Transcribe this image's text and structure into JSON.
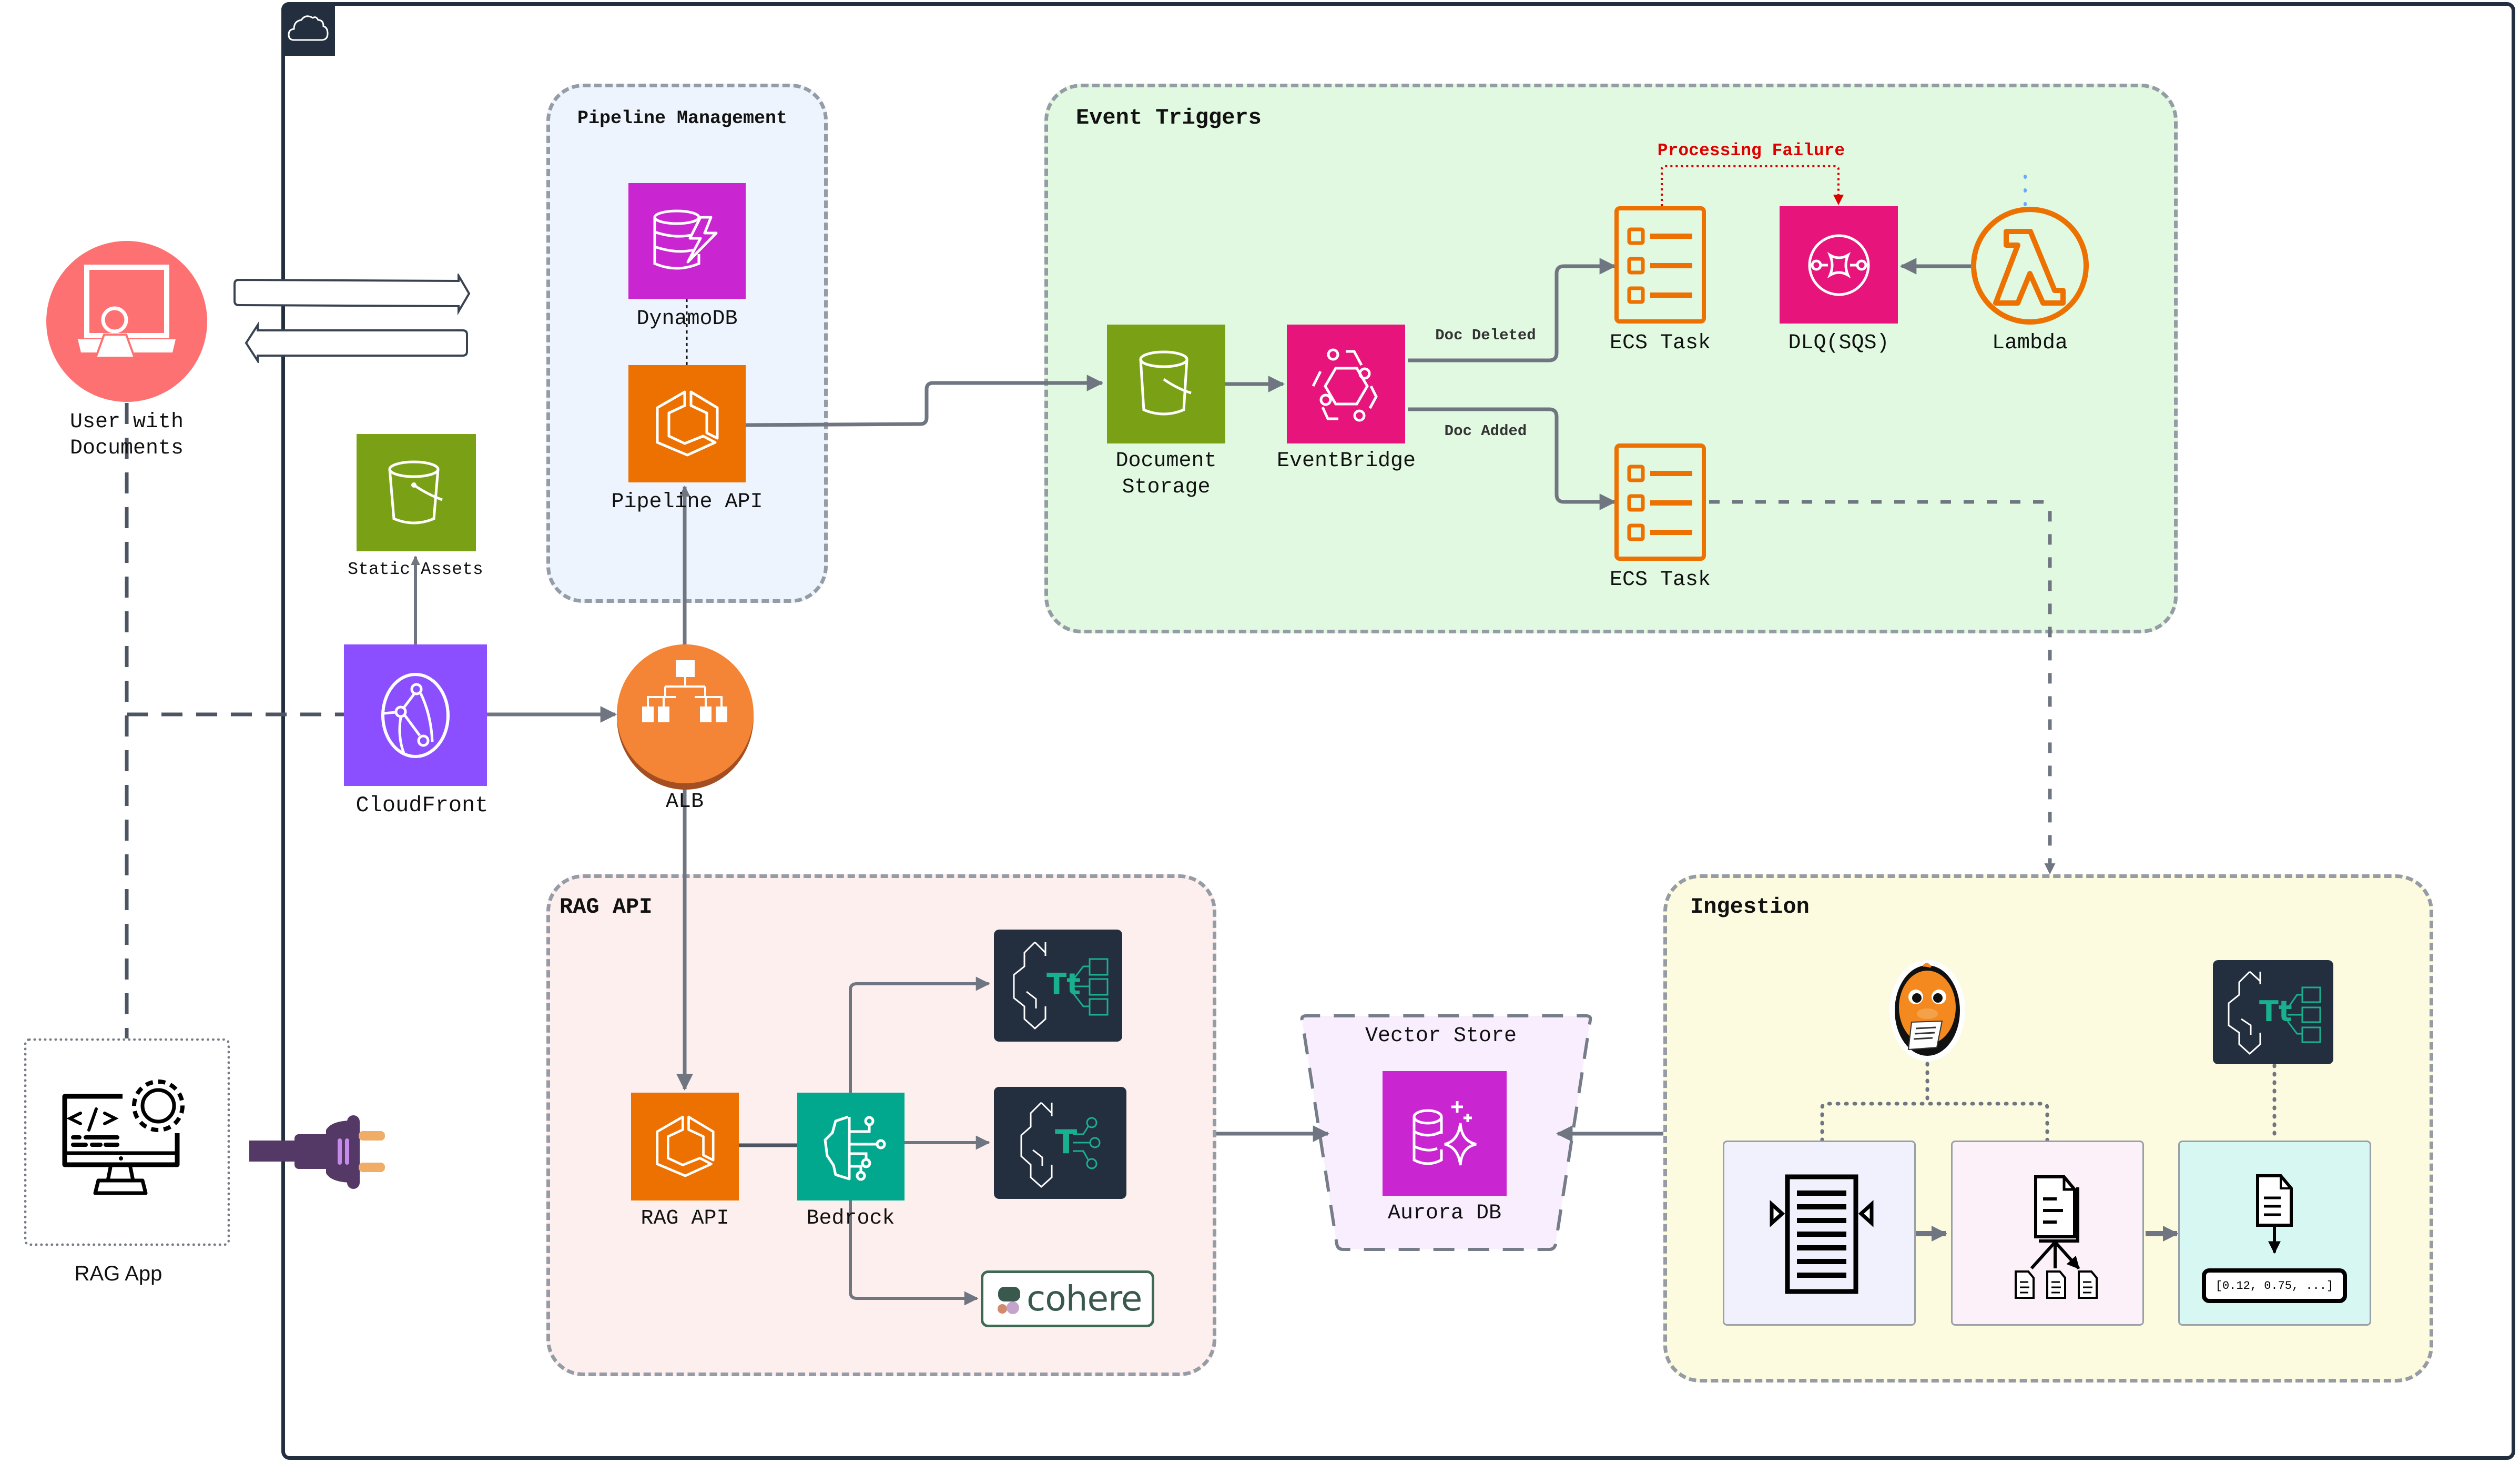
{
  "cloud": {
    "icon": "aws-cloud-icon"
  },
  "user": {
    "label": "User with\nDocuments",
    "color": "#fe7172"
  },
  "rag_app": {
    "label": "RAG App"
  },
  "static_assets": {
    "label": "Static Assets",
    "color": "#7aa116"
  },
  "cloudfront": {
    "label": "CloudFront",
    "color": "#8c4fff"
  },
  "alb": {
    "label": "ALB",
    "color": "#f58536"
  },
  "pipeline_management": {
    "title": "Pipeline Management",
    "dynamodb": {
      "label": "DynamoDB",
      "color": "#c925d1"
    },
    "pipeline_api": {
      "label": "Pipeline API",
      "color": "#ed7100"
    }
  },
  "event_triggers": {
    "title": "Event Triggers",
    "document_storage": {
      "label": "Document\nStorage",
      "color": "#7aa116"
    },
    "eventbridge": {
      "label": "EventBridge",
      "color": "#e7157b"
    },
    "doc_deleted": "Doc Deleted",
    "doc_added": "Doc Added",
    "ecs_task_1": {
      "label": "ECS Task"
    },
    "ecs_task_2": {
      "label": "ECS Task"
    },
    "dlq": {
      "label": "DLQ(SQS)",
      "color": "#e7157b"
    },
    "lambda": {
      "label": "Lambda"
    },
    "processing_failure": "Processing Failure",
    "failure_color": "#dd0000"
  },
  "rag_api": {
    "title": "RAG API",
    "api": {
      "label": "RAG API",
      "color": "#ed7100"
    },
    "bedrock": {
      "label": "Bedrock",
      "color": "#01a88d"
    },
    "model_tt_label": "Tt",
    "model_t_label": "T",
    "cohere": "cohere"
  },
  "vector_store": {
    "title": "Vector Store",
    "aurora": {
      "label": "Aurora DB",
      "color": "#c925d1"
    }
  },
  "ingestion": {
    "title": "Ingestion",
    "model_tt_label": "Tt",
    "embedding_vector": "[0.12, 0.75, ...]"
  }
}
